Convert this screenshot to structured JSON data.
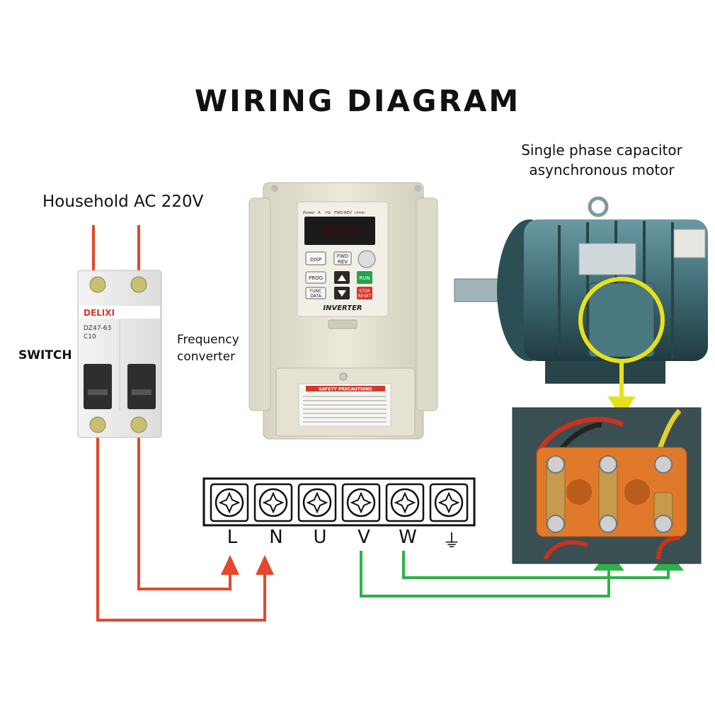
{
  "title": "WIRING  DIAGRAM",
  "labels": {
    "power_source": "Household AC 220V",
    "switch": "SWITCH",
    "frequency_converter": "Frequency\nconverter",
    "motor": "Single phase capacitor asynchronous motor"
  },
  "breaker": {
    "brand": "DELIXI",
    "model": "DZ47-63",
    "rating": "C10"
  },
  "inverter": {
    "indicators": [
      "Power",
      "A",
      "Hz",
      "FWD",
      "REV",
      "r/min"
    ],
    "display": "8888",
    "buttons": {
      "disp": "DISP",
      "fwd_rev": "FWD\nREV",
      "prog": "PROG",
      "func_data": "FUNC\nDATA",
      "run": "RUN",
      "stop_reset": "STOP\nRESET"
    },
    "name": "INVERTER",
    "safety_title": "SAFETY PRECAUTIONS"
  },
  "terminals": [
    "L",
    "N",
    "U",
    "V",
    "W",
    "⏚"
  ],
  "colors": {
    "power_wire": "#e0492c",
    "motor_wire": "#2fb14a",
    "highlight": "#e7e11a",
    "motor_body": "#3f6b74",
    "terminal_block": "#e07a2a",
    "inverter_body": "#e9e5d6"
  }
}
